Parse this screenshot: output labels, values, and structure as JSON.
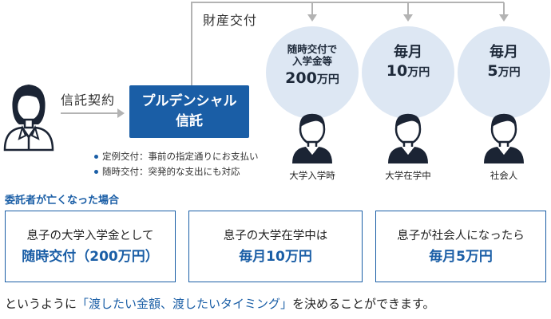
{
  "colors": {
    "accent": "#1a5ea6",
    "circle_bg": "#dde7f3",
    "line": "#b3b3b3",
    "icon": "#1b2434"
  },
  "icons": {
    "settlor": "woman-avatar-icon",
    "son": "man-avatar-icon"
  },
  "labels": {
    "contract": "信託契約",
    "asset_transfer": "財産交付"
  },
  "trust": {
    "line1": "プルデンシャル",
    "line2": "信託"
  },
  "bullets": [
    "定例交付：事前の指定通りにお支払い",
    "随時交付：突発的な支出にも対応"
  ],
  "payouts": [
    {
      "small_line1": "随時交付で",
      "small_line2": "入学金等",
      "amount": "200",
      "unit": "万円",
      "stage": "大学入学時"
    },
    {
      "big_line1": "毎月",
      "amount": "10",
      "unit": "万円",
      "stage": "大学在学中"
    },
    {
      "big_line1": "毎月",
      "amount": "5",
      "unit": "万円",
      "stage": "社会人"
    }
  ],
  "scenario_title": "委託者が亡くなった場合",
  "cards": [
    {
      "line1": "息子の大学入学金として",
      "line2": "随時交付（200万円）"
    },
    {
      "line1": "息子の大学在学中は",
      "line2": "毎月10万円"
    },
    {
      "line1": "息子が社会人になったら",
      "line2": "毎月5万円"
    }
  ],
  "bottom": {
    "pre": "というように",
    "highlight": "「渡したい金額、渡したいタイミング」",
    "post": "を決めることができます。"
  }
}
